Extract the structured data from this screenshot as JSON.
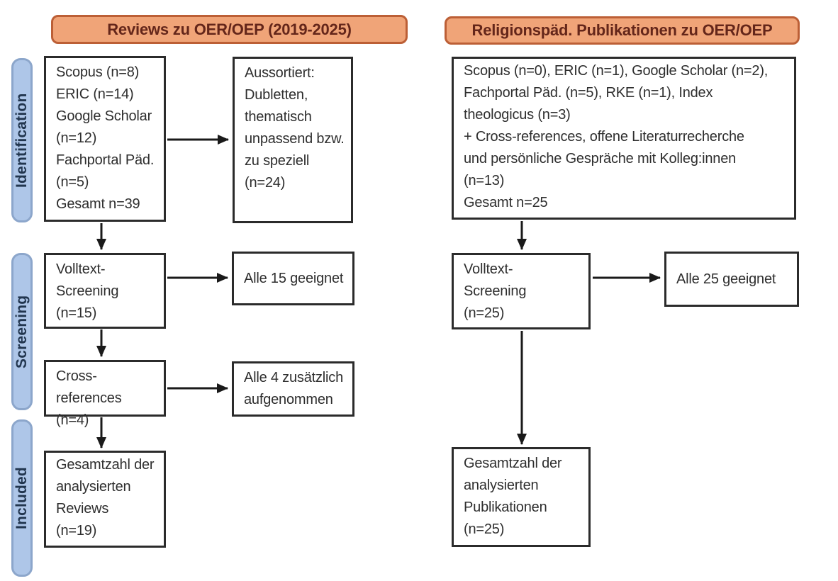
{
  "headers": {
    "left": "Reviews zu OER/OEP (2019-2025)",
    "right": "Religionspäd. Publikationen zu OER/OEP"
  },
  "stage_labels": {
    "identification": "Identification",
    "screening": "Screening",
    "included": "Included"
  },
  "left_flow": {
    "sources": "Scopus (n=8)\nERIC (n=14)\nGoogle Scholar\n(n=12)\nFachportal Päd.\n(n=5)\nGesamt n=39",
    "sorted_out": "Aussortiert:\nDubletten,\nthematisch\nunpassend bzw.\nzu speziell\n(n=24)",
    "fulltext_screening": "Volltext-\nScreening\n(n=15)",
    "all_suitable": "Alle 15 geeignet",
    "cross_references": "Cross-references\n(n=4)",
    "additional_included": "Alle 4 zusätzlich\naufgenommen",
    "total": "Gesamtzahl der\nanalysierten\nReviews\n(n=19)"
  },
  "right_flow": {
    "sources": "Scopus (n=0), ERIC (n=1), Google Scholar (n=2),\nFachportal Päd. (n=5), RKE (n=1), Index\ntheologicus (n=3)\n+ Cross-references, offene Literaturrecherche\nund persönliche Gespräche mit Kolleg:innen\n(n=13)\nGesamt n=25",
    "fulltext_screening": "Volltext-\nScreening\n(n=25)",
    "all_suitable": "Alle 25 geeignet",
    "total": "Gesamtzahl der\nanalysierten\nPublikationen\n(n=25)"
  },
  "colors": {
    "header_fill": "#F0A478",
    "header_border": "#BC5F36",
    "header_text": "#64261A",
    "stage_fill": "#AEC6E8",
    "stage_border": "#8CA6CB",
    "stage_text": "#22364F",
    "box_border": "#2B2B2B",
    "box_text": "#2E2E2E",
    "arrow": "#1A1A1A"
  }
}
